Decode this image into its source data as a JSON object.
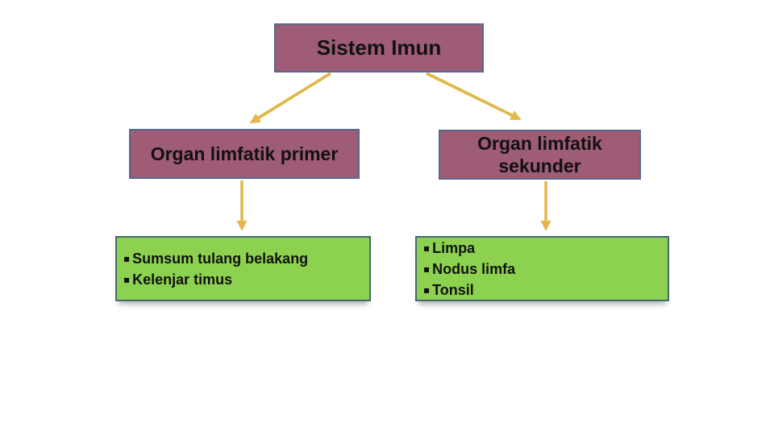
{
  "slide": {
    "title": "Sistem Imun",
    "primary_node_label": "Organ limfatik primer",
    "secondary_node_label": "Organ limfatik sekunder",
    "primary_organs": [
      "Sumsum tulang belakang",
      "Kelenjar timus"
    ],
    "secondary_organs": [
      "Limpa",
      "Nodus limfa",
      "Tonsil"
    ],
    "bullet": "▪",
    "colors": {
      "background": "#ffffff",
      "node_fill": "#9e5c76",
      "node_border": "#58688c",
      "leaf_fill": "#8cd250",
      "leaf_border": "#46696e",
      "connector": "#e2b84a",
      "text": "#111111"
    }
  }
}
